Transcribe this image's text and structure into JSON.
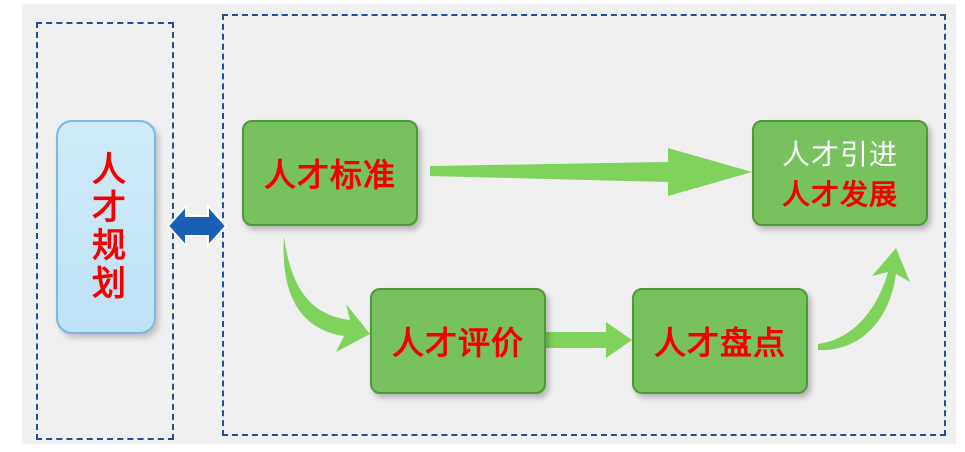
{
  "planning": {
    "label": "人才规划"
  },
  "nodes": {
    "standard": "人才标准",
    "evaluate": "人才评价",
    "inventory": "人才盘点",
    "develop_line1": "人才引进",
    "develop_line2": "人才发展"
  },
  "colors": {
    "node_fill": "#77c25e",
    "node_border": "#4e9a3b",
    "text_red": "#f40000",
    "arrow_green": "#7fd35d",
    "frame_blue": "#1f4e9a",
    "connector_blue": "#1a5fb4",
    "plan_fill": "#cfeaf8"
  }
}
